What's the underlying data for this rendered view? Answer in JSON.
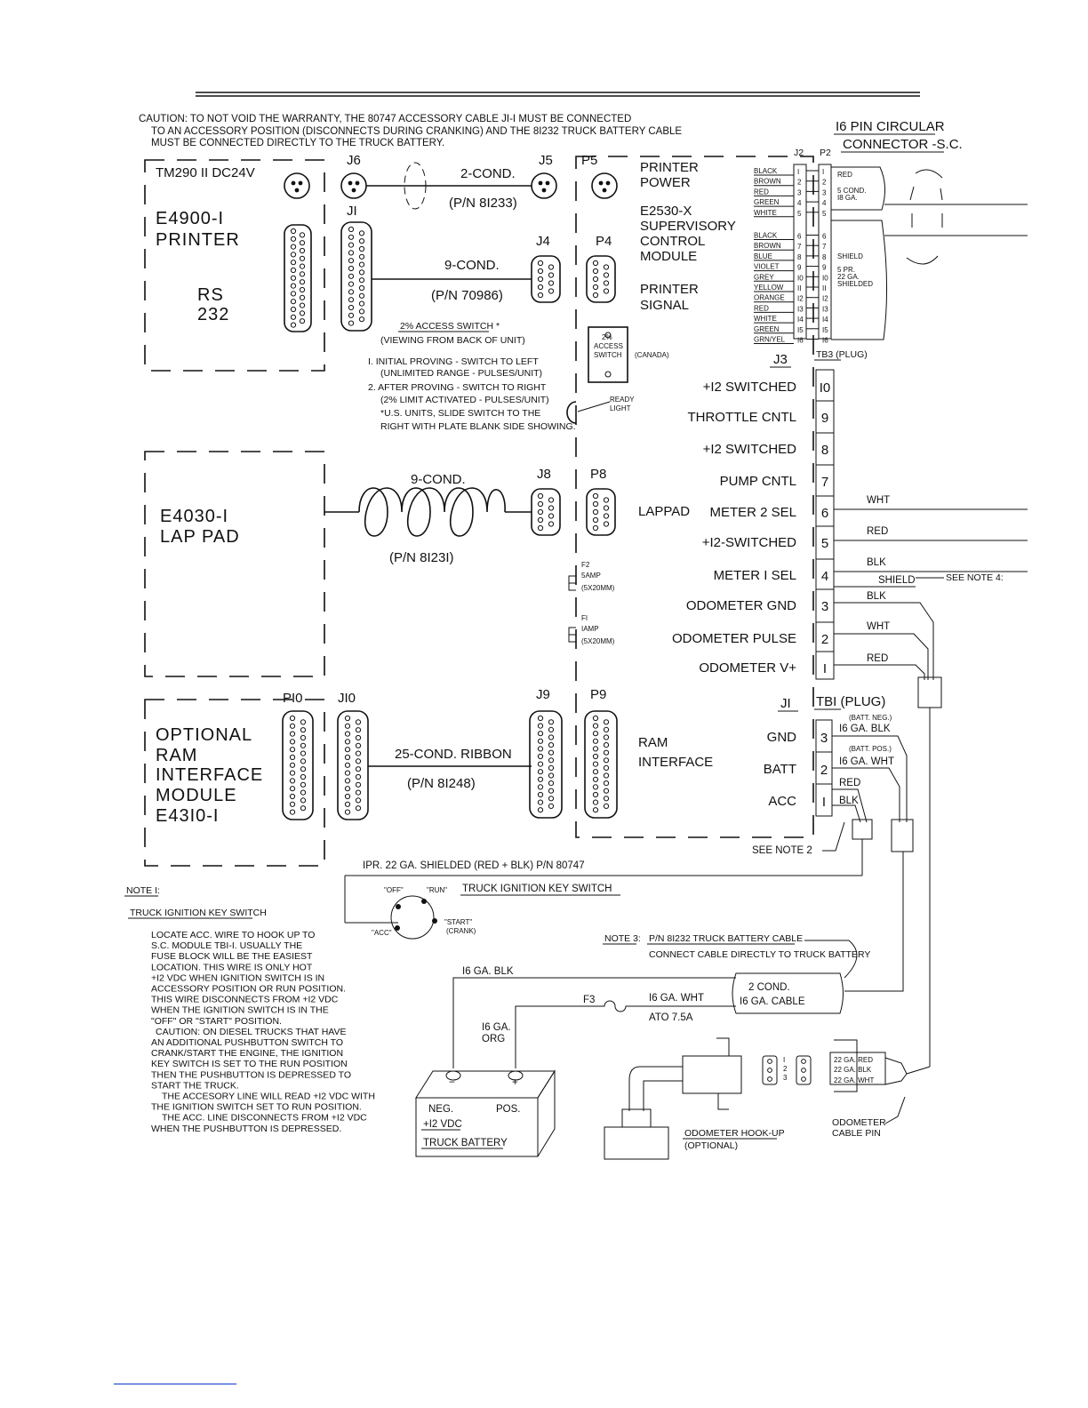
{
  "caution": [
    "CAUTION:  TO NOT VOID THE WARRANTY, THE 80747 ACCESSORY CABLE JI-I MUST BE CONNECTED",
    "TO AN ACCESSORY POSITION (DISCONNECTS DURING CRANKING) AND THE 8I232 TRUCK BATTERY CABLE",
    "MUST BE CONNECTED DIRECTLY TO THE TRUCK BATTERY."
  ],
  "circular_connector": [
    "I6 PIN CIRCULAR",
    "CONNECTOR -S.C."
  ],
  "printer": {
    "model": "TM290 II DC24V",
    "name_lines": [
      "E4900-I",
      "PRINTER"
    ],
    "port_lines": [
      "RS",
      "232"
    ]
  },
  "labels": {
    "j6": "J6",
    "j5": "J5",
    "j1": "JI",
    "j4": "J4",
    "j8": "J8",
    "p5": "P5",
    "p4": "P4",
    "p8": "P8",
    "p10": "PI0",
    "j10": "JI0",
    "j9": "J9",
    "p9": "P9",
    "j2": "J2",
    "p2": "P2",
    "j3": "J3",
    "tb3": "TB3  (PLUG)",
    "j1_power": "JI",
    "tb1": "TBI  (PLUG)"
  },
  "cables": {
    "two_cond": "2-COND.",
    "two_cond_pn": "(P/N  8I233)",
    "nine_cond": "9-COND.",
    "nine_cond_pn": "(P/N  70986)",
    "nine_cond_coil": "9-COND.",
    "nine_cond_coil_pn": "(P/N  8I23I)",
    "ribbon": "25-COND. RIBBON",
    "ribbon_pn": "(P/N  8I248)"
  },
  "module": {
    "printer_power": [
      "PRINTER",
      "POWER"
    ],
    "supervisory": [
      "E2530-X",
      "SUPERVISORY",
      "CONTROL",
      "MODULE"
    ],
    "printer_signal": [
      "PRINTER",
      "SIGNAL"
    ],
    "access_switch_box": [
      "2%",
      "ACCESS",
      "SWITCH"
    ],
    "canada": "(CANADA)",
    "ready_light": [
      "READY",
      "LIGHT"
    ],
    "lappad": "LAPPAD",
    "ram_interface": [
      "RAM",
      "INTERFACE"
    ],
    "fuse_f2": [
      "F2",
      "5AMP",
      "(5X20MM)"
    ],
    "fuse_f1": [
      "FI",
      "IAMP",
      "(5X20MM)"
    ]
  },
  "access_switch_note": [
    "2% ACCESS SWITCH *",
    "(VIEWING FROM BACK OF UNIT)",
    "I.  INITIAL PROVING - SWITCH TO LEFT",
    "(UNLIMITED RANGE - PULSES/UNIT)",
    "2.  AFTER PROVING - SWITCH TO RIGHT",
    "(2% LIMIT ACTIVATED - PULSES/UNIT)",
    "*U.S. UNITS, SLIDE SWITCH TO THE",
    "RIGHT WITH PLATE BLANK SIDE SHOWING."
  ],
  "lappad_unit": [
    "E4030-I",
    "LAP PAD"
  ],
  "ram_module": [
    "OPTIONAL",
    "RAM",
    "INTERFACE",
    "MODULE",
    "E43I0-I"
  ],
  "j2_colors": [
    "BLACK",
    "BROWN",
    "RED",
    "GREEN",
    "WHITE",
    "BLACK",
    "BROWN",
    "BLUE",
    "VIOLET",
    "GREY",
    "YELLOW",
    "ORANGE",
    "RED",
    "WHITE",
    "GREEN",
    "GRN/YEL"
  ],
  "j2_pins": [
    "I",
    "2",
    "3",
    "4",
    "5",
    "6",
    "7",
    "8",
    "9",
    "I0",
    "II",
    "I2",
    "I3",
    "I4",
    "I5",
    "I6"
  ],
  "p2_cable_a": [
    "RED",
    "5 COND.",
    "I8 GA."
  ],
  "p2_cable_b": [
    "SHIELD",
    "5 PR.",
    "22 GA.",
    "SHIELDED"
  ],
  "j3_terminals": [
    {
      "label": "+I2 SWITCHED",
      "num": "I0"
    },
    {
      "label": "THROTTLE CNTL",
      "num": "9"
    },
    {
      "label": "+I2 SWITCHED",
      "num": "8"
    },
    {
      "label": "PUMP CNTL",
      "num": "7"
    },
    {
      "label": "METER 2 SEL",
      "num": "6"
    },
    {
      "label": "+I2-SWITCHED",
      "num": "5"
    },
    {
      "label": "METER I SEL",
      "num": "4"
    },
    {
      "label": "ODOMETER GND",
      "num": "3"
    },
    {
      "label": "ODOMETER PULSE",
      "num": "2"
    },
    {
      "label": "ODOMETER V+",
      "num": "I"
    }
  ],
  "j3_wires": {
    "wht": "WHT",
    "red": "RED",
    "blk": "BLK",
    "shield": "SHIELD",
    "see_note_4": "SEE NOTE 4:",
    "odo_blk": "BLK",
    "odo_wht": "WHT",
    "odo_red": "RED"
  },
  "tb1_terminals": [
    {
      "label": "GND",
      "num": "3"
    },
    {
      "label": "BATT",
      "num": "2"
    },
    {
      "label": "ACC",
      "num": "I"
    }
  ],
  "tb1_wires": {
    "batt_neg": "(BATT. NEG.)",
    "gnd_wire": "I6 GA. BLK",
    "batt_pos": "(BATT. POS.)",
    "batt_wire": "I6 GA. WHT",
    "acc_red": "RED",
    "acc_blk": "BLK",
    "see_note_2": "SEE NOTE 2"
  },
  "accessory_cable": "IPR. 22 GA. SHIELDED (RED + BLK)  P/N 80747",
  "key_switch": {
    "title": "TRUCK IGNITION KEY SWITCH",
    "off": "\"OFF\"",
    "run": "\"RUN\"",
    "acc": "\"ACC\"",
    "start": "\"START\"",
    "crank": "(CRANK)"
  },
  "note1": {
    "heading": "NOTE I:",
    "subheading": "TRUCK IGNITION KEY SWITCH",
    "lines": [
      "LOCATE ACC. WIRE TO HOOK UP TO",
      "S.C. MODULE TBI-I.  USUALLY THE",
      "FUSE BLOCK WILL BE THE EASIEST",
      "LOCATION.  THIS WIRE IS ONLY HOT",
      "+I2 VDC WHEN IGNITION SWITCH IS IN",
      "ACCESSORY POSITION OR RUN POSITION.",
      "THIS WIRE DISCONNECTS FROM +I2 VDC",
      "WHEN THE IGNITION SWITCH IS IN THE",
      "\"OFF\" OR \"START\" POSITION.",
      "CAUTION:  ON DIESEL TRUCKS THAT HAVE",
      "AN ADDITIONAL PUSHBUTTON SWITCH TO",
      "CRANK/START THE ENGINE, THE IGNITION",
      "KEY SWITCH IS SET TO THE RUN POSITION",
      "THEN THE PUSHBUTTON IS DEPRESSED TO",
      "START THE TRUCK.",
      "THE ACCESORY LINE WILL READ +I2 VDC WITH",
      "THE IGNITION SWITCH SET TO RUN POSITION.",
      "THE ACC. LINE DISCONNECTS FROM +I2 VDC",
      "WHEN THE PUSHBUTTON IS DEPRESSED."
    ]
  },
  "note3": {
    "heading": "NOTE 3:",
    "title": "P/N 8I232 TRUCK BATTERY CABLE",
    "text": "CONNECT CABLE DIRECTLY TO TRUCK BATTERY"
  },
  "battery_cable": {
    "blk": "I6 GA. BLK",
    "fuse": "F3",
    "wht": "I6 GA. WHT",
    "ato": "ATO 7.5A",
    "org": [
      "I6 GA.",
      "ORG"
    ],
    "cable": [
      "2 COND.",
      "I6 GA. CABLE"
    ]
  },
  "battery": {
    "neg": "NEG.",
    "pos": "POS.",
    "volts": "+I2 VDC",
    "name": "TRUCK BATTERY",
    "minus": "−",
    "plus": "+"
  },
  "odometer": {
    "hookup": "ODOMETER HOOK-UP",
    "optional": "(OPTIONAL)",
    "pin_nums": [
      "I",
      "2",
      "3"
    ],
    "plug_wires": [
      "22 GA. RED",
      "22 GA. BLK",
      "22 GA. WHT"
    ],
    "cable_pin": [
      "ODOMETER",
      "CABLE PIN"
    ]
  }
}
